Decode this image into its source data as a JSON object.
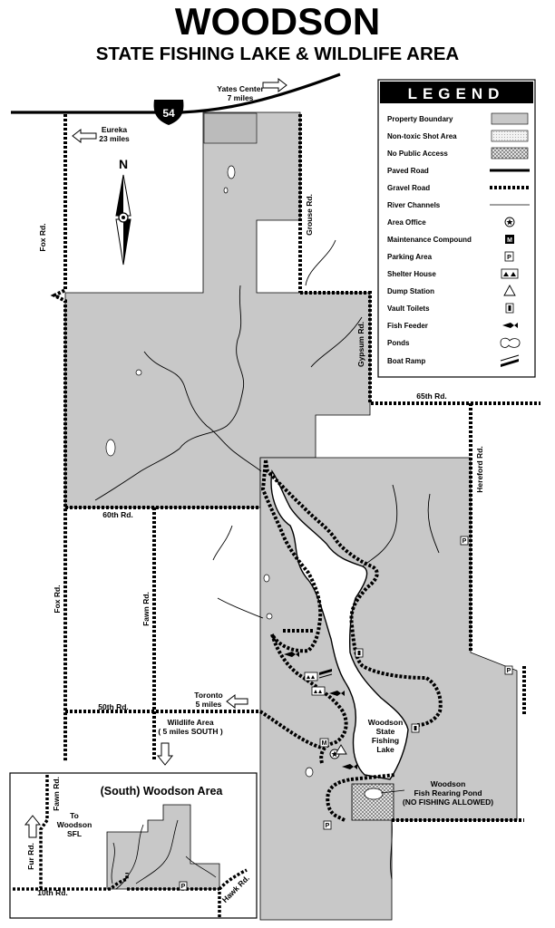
{
  "title": {
    "main": "WOODSON",
    "sub": "STATE FISHING LAKE & WILDLIFE AREA"
  },
  "highway": {
    "number": "54"
  },
  "directions": [
    {
      "id": "yates",
      "line1": "Yates Center",
      "line2": "7 miles"
    },
    {
      "id": "eureka",
      "line1": "Eureka",
      "line2": "23 miles"
    },
    {
      "id": "toronto",
      "line1": "Toronto",
      "line2": "5 miles"
    },
    {
      "id": "wildlife",
      "line1": "Wildlife Area",
      "line2": "( 5 miles SOUTH )"
    }
  ],
  "compass": {
    "label": "N"
  },
  "roads": {
    "fox_north": "Fox Rd.",
    "grouse": "Grouse Rd.",
    "gypsum": "Gypsum Rd.",
    "r65th": "65th Rd.",
    "hereford": "Hereford Rd.",
    "r60th": "60th Rd.",
    "fox_south": "Fox Rd.",
    "fawn": "Fawn Rd.",
    "r50th": "50th Rd."
  },
  "lake": {
    "line1": "Woodson",
    "line2": "State",
    "line3": "Fishing",
    "line4": "Lake"
  },
  "pond": {
    "line1": "Woodson",
    "line2": "Fish Rearing Pond",
    "line3": "(NO FISHING ALLOWED)"
  },
  "legend": {
    "heading": "LEGEND",
    "items": [
      {
        "label": "Property Boundary",
        "icon": "gray-swatch"
      },
      {
        "label": "Non-toxic Shot Area",
        "icon": "light-swatch"
      },
      {
        "label": "No Public Access",
        "icon": "hatched-swatch"
      },
      {
        "label": "Paved Road",
        "icon": "thick-line"
      },
      {
        "label": "Gravel Road",
        "icon": "dashed-line"
      },
      {
        "label": "River Channels",
        "icon": "thin-line"
      },
      {
        "label": "Area Office",
        "icon": "star-circle-icon"
      },
      {
        "label": "Maintenance Compound",
        "icon": "m-icon"
      },
      {
        "label": "Parking Area",
        "icon": "p-icon"
      },
      {
        "label": "Shelter House",
        "icon": "shelter-icon"
      },
      {
        "label": "Dump Station",
        "icon": "dump-station-icon"
      },
      {
        "label": "Vault Toilets",
        "icon": "toilet-icon"
      },
      {
        "label": "Fish Feeder",
        "icon": "fish-icon"
      },
      {
        "label": "Ponds",
        "icon": "pond-icon"
      },
      {
        "label": "Boat Ramp",
        "icon": "boat-ramp-icon"
      }
    ]
  },
  "inset": {
    "title": "(South) Woodson Area",
    "fawn": "Fawn Rd.",
    "fur": "Fur Rd.",
    "r10th": "10th Rd.",
    "hawk": "Hawk Rd.",
    "to1": "To",
    "to2": "Woodson",
    "to3": "SFL"
  },
  "symbols": {
    "parking": "P",
    "maintenance": "M"
  },
  "colors": {
    "property": "#c8c8c8",
    "road": "#000000",
    "background": "#ffffff"
  }
}
